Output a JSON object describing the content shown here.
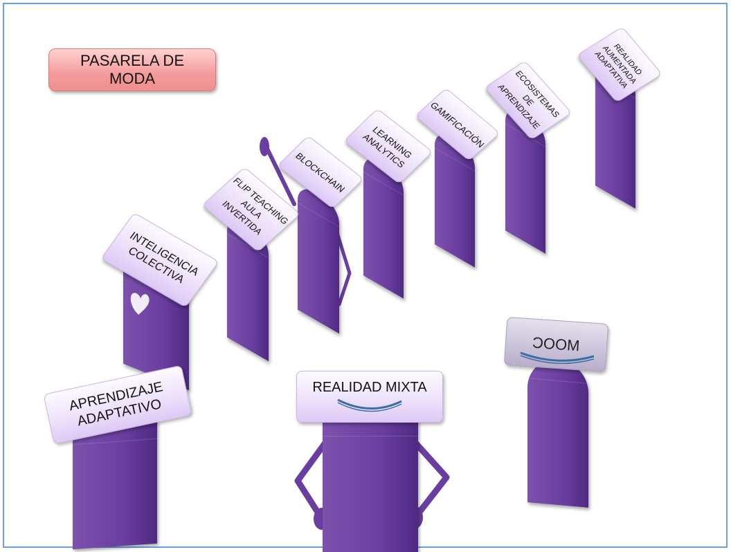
{
  "title": "PASARELA DE\nMODA",
  "labels": {
    "inteligencia_colectiva": "INTELIGENCIA\nCOLECTIVA",
    "flip_teaching": "FLIP TEACHING\nAULA INVERTIDA",
    "blockchain": "BLOCKCHAIN",
    "learning_analytics": "LEARNING\nANALYTICS",
    "gamificacion": "GAMIFICACIÓN",
    "ecosistemas": "ECOSISTEMAS\nDE APRENDIZAJE",
    "realidad_aumentada": "REALIDAD\nAUMENTADA\nADAPTATIVA",
    "aprendizaje_adaptativo": "APRENDIZAJE\nADAPTATIVO",
    "realidad_mixta": "REALIDAD MIXTA",
    "mooc": "MOOC"
  },
  "colors": {
    "figure": "#6a3ea0",
    "card": "#ece0fa",
    "title_box": "#f59a9a",
    "frame": "#6aa3d8"
  }
}
